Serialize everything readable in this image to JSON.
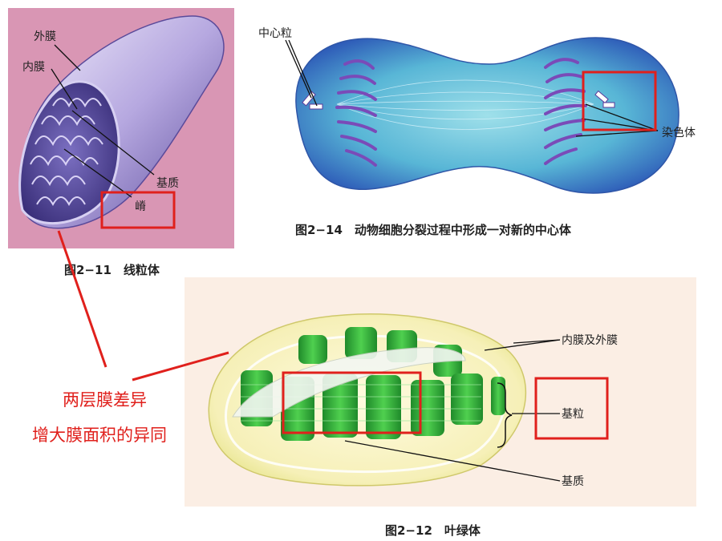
{
  "mitochondrion": {
    "caption": "图2−11　线粒体",
    "labels": {
      "outer_membrane": "外膜",
      "inner_membrane": "内膜",
      "matrix": "基质",
      "cristae": "嵴"
    }
  },
  "centrosome": {
    "caption": "图2−14　动物细胞分裂过程中形成一对新的中心体",
    "labels": {
      "centriole": "中心粒",
      "chromosome": "染色体"
    }
  },
  "chloroplast": {
    "caption": "图2−12　叶绿体",
    "labels": {
      "membranes": "内膜及外膜",
      "grana": "基粒",
      "stroma": "基质"
    }
  },
  "annotations": {
    "line1": "两层膜差异",
    "line2": "增大膜面积的异同"
  },
  "colors": {
    "mito_bg": "#d996b4",
    "chloro_bg": "#fbeee4",
    "highlight": "#e0201c"
  }
}
